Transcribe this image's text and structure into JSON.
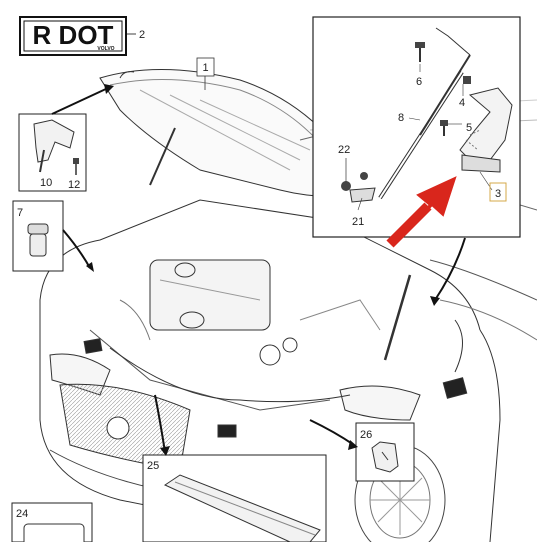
{
  "logo": {
    "main": "R DOT",
    "sub": "VOLVO"
  },
  "callouts": {
    "c1": "1",
    "c2": "2",
    "c3": "3",
    "c4": "4",
    "c5": "5",
    "c6": "6",
    "c7": "7",
    "c8": "8",
    "c10": "10",
    "c12": "12",
    "c21": "21",
    "c22": "22",
    "c24": "24",
    "c25": "25",
    "c26": "26"
  },
  "colors": {
    "arrow": "#d9261c",
    "line": "#1a1a1a",
    "part_highlight": "#e8c98a",
    "shade": "#bdbdbd"
  }
}
